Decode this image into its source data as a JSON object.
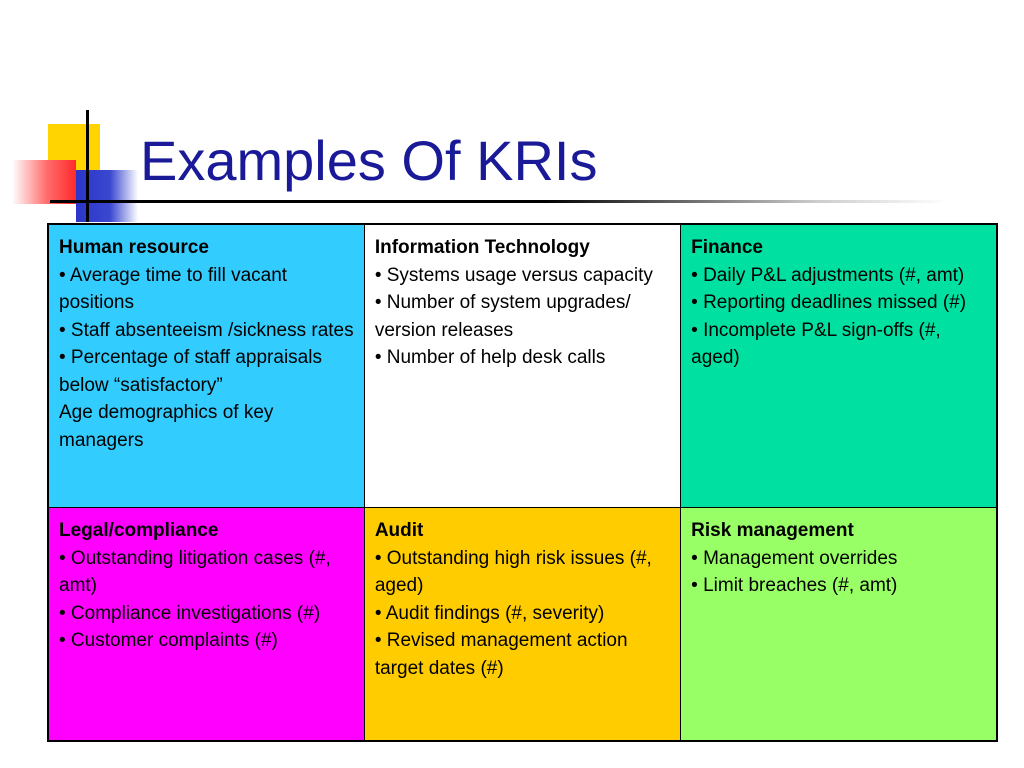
{
  "slide": {
    "title": "Examples Of KRIs"
  },
  "colors": {
    "title": "#1a1a99",
    "human_resource": "#33ccff",
    "information_technology": "#ffffff",
    "finance": "#00e0a0",
    "legal_compliance": "#ff00ff",
    "audit": "#ffcc00",
    "risk_management": "#99ff66"
  },
  "cells": [
    {
      "heading": "Human resource",
      "lines": [
        "• Average time to fill vacant positions",
        "• Staff absenteeism /sickness rates",
        "• Percentage of staff appraisals below “satisfactory”",
        "Age demographics of key managers"
      ]
    },
    {
      "heading": "Information Technology",
      "lines": [
        "• Systems usage versus capacity",
        "• Number of system upgrades/ version releases",
        "• Number of help desk calls"
      ]
    },
    {
      "heading": "Finance",
      "lines": [
        "• Daily P&L adjustments (#, amt)",
        "• Reporting deadlines missed (#)",
        "• Incomplete P&L sign-offs (#, aged)"
      ]
    },
    {
      "heading": "Legal/compliance",
      "lines": [
        "• Outstanding litigation cases (#, amt)",
        "• Compliance investigations (#)",
        "• Customer complaints (#)"
      ]
    },
    {
      "heading": "Audit",
      "lines": [
        "• Outstanding high risk issues (#, aged)",
        "• Audit findings (#, severity)",
        "• Revised management action target dates (#)"
      ]
    },
    {
      "heading": "Risk management",
      "lines": [
        "• Management overrides",
        "• Limit breaches (#, amt)"
      ]
    }
  ]
}
